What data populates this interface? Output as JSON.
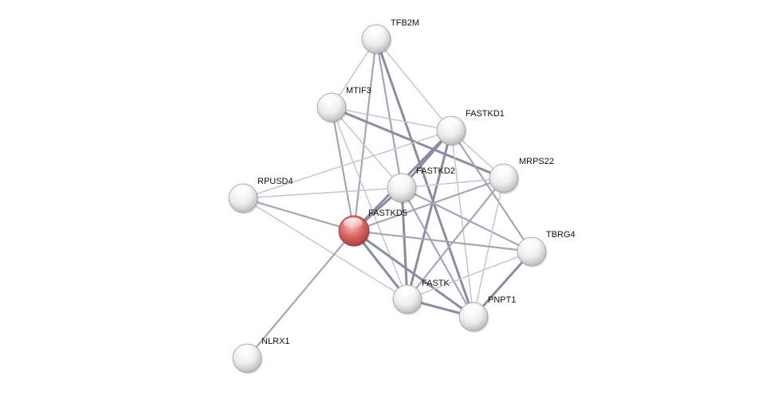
{
  "nodes": [
    {
      "id": "TFB2M",
      "label": "TFB2M",
      "color": "#ffffff",
      "highlight": false
    },
    {
      "id": "MTIF3",
      "label": "MTIF3",
      "color": "#ffffff",
      "highlight": false
    },
    {
      "id": "FASTKD1",
      "label": "FASTKD1",
      "color": "#ffffff",
      "highlight": false
    },
    {
      "id": "MRPS22",
      "label": "MRPS22",
      "color": "#ffffff",
      "highlight": false
    },
    {
      "id": "FASTKD2",
      "label": "FASTKD2",
      "color": "#ffffff",
      "highlight": false
    },
    {
      "id": "RPUSD4",
      "label": "RPUSD4",
      "color": "#ffffff",
      "highlight": false
    },
    {
      "id": "FASTKD5",
      "label": "FASTKD5",
      "color": "#e06666",
      "highlight": true
    },
    {
      "id": "TBRG4",
      "label": "TBRG4",
      "color": "#ffffff",
      "highlight": false
    },
    {
      "id": "FASTK",
      "label": "FASTK",
      "color": "#ffffff",
      "highlight": false
    },
    {
      "id": "PNPT1",
      "label": "PNPT1",
      "color": "#ffffff",
      "highlight": false
    },
    {
      "id": "NLRX1",
      "label": "NLRX1",
      "color": "#ffffff",
      "highlight": false
    }
  ],
  "edges": [
    {
      "source": "TFB2M",
      "target": "MTIF3",
      "strength": "weak"
    },
    {
      "source": "TFB2M",
      "target": "FASTKD1",
      "strength": "weak"
    },
    {
      "source": "TFB2M",
      "target": "FASTKD2",
      "strength": "medium"
    },
    {
      "source": "TFB2M",
      "target": "FASTKD5",
      "strength": "medium"
    },
    {
      "source": "TFB2M",
      "target": "PNPT1",
      "strength": "strong"
    },
    {
      "source": "MTIF3",
      "target": "FASTKD1",
      "strength": "weak"
    },
    {
      "source": "MTIF3",
      "target": "MRPS22",
      "strength": "strong"
    },
    {
      "source": "MTIF3",
      "target": "FASTKD5",
      "strength": "medium"
    },
    {
      "source": "MTIF3",
      "target": "FASTKD2",
      "strength": "weak"
    },
    {
      "source": "MTIF3",
      "target": "FASTK",
      "strength": "weak"
    },
    {
      "source": "FASTKD1",
      "target": "FASTKD2",
      "strength": "strong"
    },
    {
      "source": "FASTKD1",
      "target": "FASTKD5",
      "strength": "strong"
    },
    {
      "source": "FASTKD1",
      "target": "RPUSD4",
      "strength": "weak"
    },
    {
      "source": "FASTKD1",
      "target": "MRPS22",
      "strength": "weak"
    },
    {
      "source": "FASTKD1",
      "target": "TBRG4",
      "strength": "medium"
    },
    {
      "source": "FASTKD1",
      "target": "FASTK",
      "strength": "strong"
    },
    {
      "source": "FASTKD1",
      "target": "PNPT1",
      "strength": "weak"
    },
    {
      "source": "FASTKD2",
      "target": "RPUSD4",
      "strength": "weak"
    },
    {
      "source": "FASTKD2",
      "target": "FASTKD5",
      "strength": "strong"
    },
    {
      "source": "FASTKD2",
      "target": "MRPS22",
      "strength": "weak"
    },
    {
      "source": "FASTKD2",
      "target": "TBRG4",
      "strength": "medium"
    },
    {
      "source": "FASTKD2",
      "target": "FASTK",
      "strength": "strong"
    },
    {
      "source": "FASTKD2",
      "target": "PNPT1",
      "strength": "medium"
    },
    {
      "source": "MRPS22",
      "target": "FASTKD5",
      "strength": "medium"
    },
    {
      "source": "MRPS22",
      "target": "FASTK",
      "strength": "medium"
    },
    {
      "source": "MRPS22",
      "target": "PNPT1",
      "strength": "weak"
    },
    {
      "source": "RPUSD4",
      "target": "FASTKD5",
      "strength": "medium"
    },
    {
      "source": "RPUSD4",
      "target": "FASTK",
      "strength": "weak"
    },
    {
      "source": "FASTKD5",
      "target": "TBRG4",
      "strength": "medium"
    },
    {
      "source": "FASTKD5",
      "target": "FASTK",
      "strength": "strong"
    },
    {
      "source": "FASTKD5",
      "target": "PNPT1",
      "strength": "strong"
    },
    {
      "source": "FASTKD5",
      "target": "NLRX1",
      "strength": "medium"
    },
    {
      "source": "TBRG4",
      "target": "FASTK",
      "strength": "weak"
    },
    {
      "source": "TBRG4",
      "target": "PNPT1",
      "strength": "strong"
    },
    {
      "source": "FASTK",
      "target": "PNPT1",
      "strength": "strong"
    }
  ]
}
